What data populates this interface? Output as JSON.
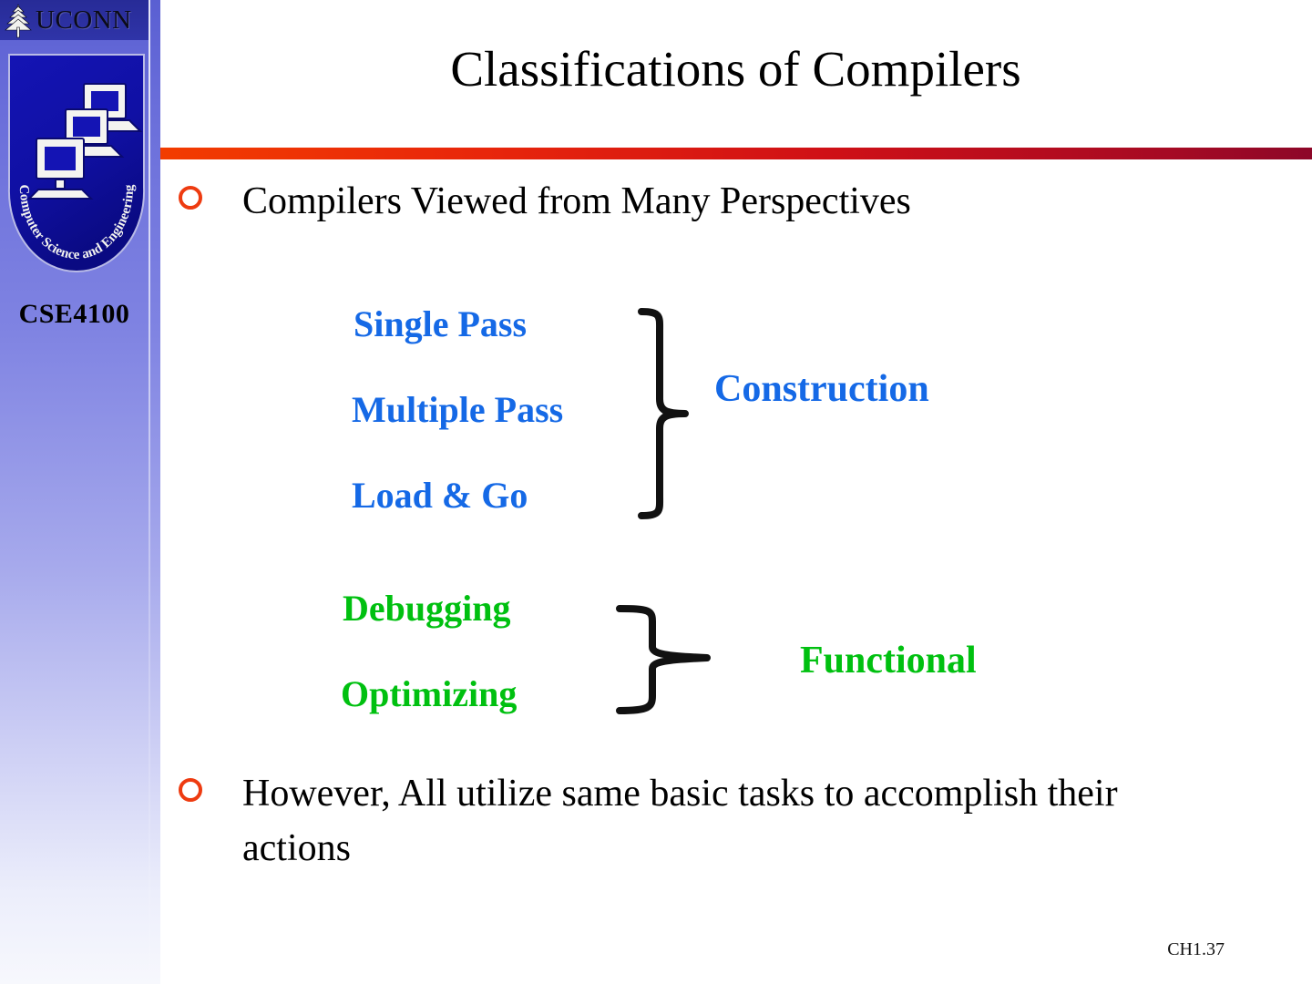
{
  "slide": {
    "title": "Classifications of Compilers",
    "footer_number": "CH1.37",
    "accent_bar_left": "#F23C00",
    "accent_bar_right": "#8D0728",
    "bullet_color": "#EE3B10"
  },
  "sidebar": {
    "university_name": "UCONN",
    "emblem_text": "Computer Science and Engineering",
    "course_code": "CSE4100",
    "gradient_top": "#5A5FD2",
    "gradient_bottom": "#F7F8FD",
    "banner_background": "#2B2F9E"
  },
  "bullets": [
    {
      "text": "Compilers Viewed from Many Perspectives"
    },
    {
      "text": "However, All utilize same basic tasks to accomplish their actions"
    }
  ],
  "groups": [
    {
      "id": "construction",
      "color": "#1569E6",
      "label": "Construction",
      "items": [
        "Single Pass",
        "Multiple Pass",
        "Load & Go"
      ]
    },
    {
      "id": "functional",
      "color": "#00C010",
      "label": "Functional",
      "items": [
        "Debugging",
        "Optimizing"
      ]
    }
  ]
}
